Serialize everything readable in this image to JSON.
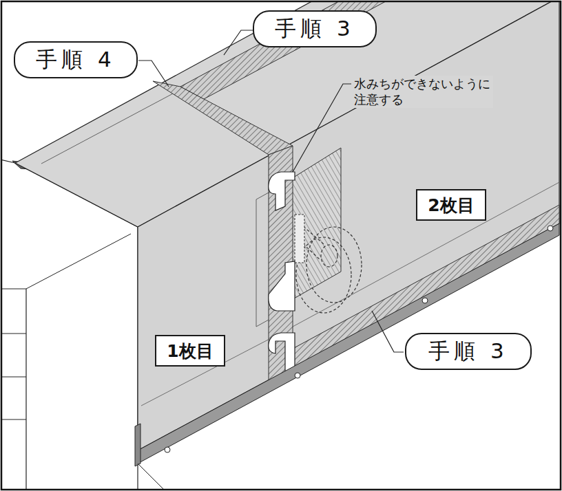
{
  "diagram": {
    "nodes": [
      {
        "text": [
          "手順 3"
        ]
      },
      {
        "text": [
          "手順 4"
        ]
      },
      {
        "text": [
          "2枚目"
        ]
      },
      {
        "text": [
          "1枚目"
        ]
      },
      {
        "text": [
          "手順 3"
        ]
      }
    ],
    "labels": [
      "水みちができないように 注意する"
    ]
  }
}
